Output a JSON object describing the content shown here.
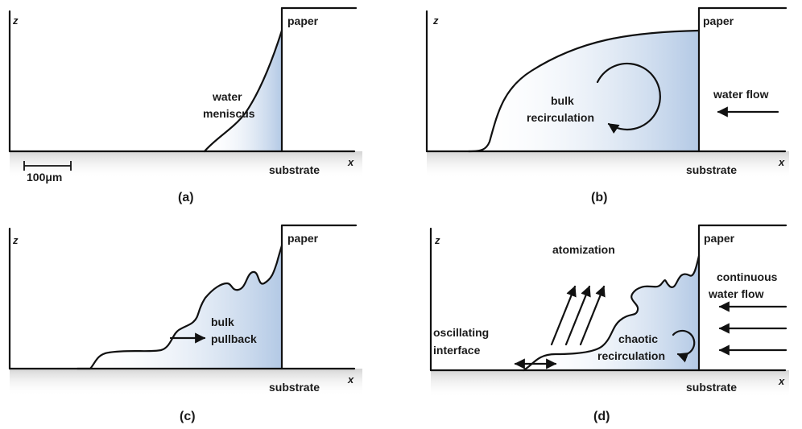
{
  "panels": {
    "a": {
      "caption": "(a)",
      "z_label": "z",
      "x_label": "x",
      "paper_label": "paper",
      "substrate_label": "substrate",
      "meniscus_label": [
        "water",
        "meniscus"
      ],
      "scale_label": "100μm"
    },
    "b": {
      "caption": "(b)",
      "z_label": "z",
      "x_label": "x",
      "paper_label": "paper",
      "substrate_label": "substrate",
      "recirculation_label": [
        "bulk",
        "recirculation"
      ],
      "flow_label": "water flow"
    },
    "c": {
      "caption": "(c)",
      "z_label": "z",
      "x_label": "x",
      "paper_label": "paper",
      "substrate_label": "substrate",
      "pullback_label": [
        "bulk",
        "pullback"
      ]
    },
    "d": {
      "caption": "(d)",
      "z_label": "z",
      "x_label": "x",
      "paper_label": "paper",
      "substrate_label": "substrate",
      "atomization_label": "atomization",
      "interface_label": [
        "oscillating",
        "interface"
      ],
      "chaotic_label": [
        "chaotic",
        "recirculation"
      ],
      "continuous_flow_label": [
        "continuous",
        "water flow"
      ]
    }
  },
  "colors": {
    "water_blue": "#b9cde6",
    "substrate_gray": "#d9d9d9",
    "ink": "#111111"
  }
}
